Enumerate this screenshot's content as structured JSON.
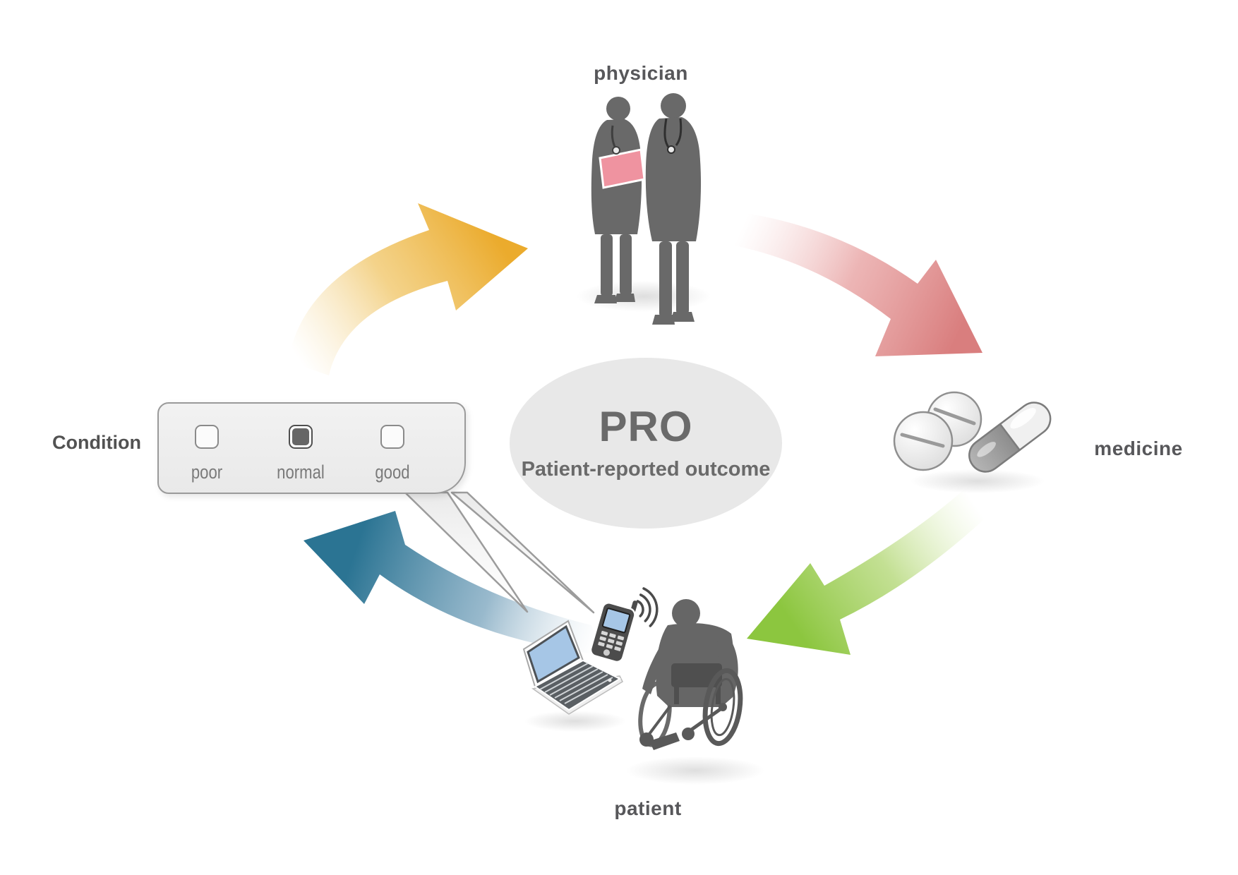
{
  "diagram": {
    "center": {
      "title": "PRO",
      "subtitle": "Patient-reported outcome"
    },
    "labels": {
      "physician": "physician",
      "medicine": "medicine",
      "patient": "patient",
      "condition": "Condition"
    },
    "condition_form": {
      "options": [
        {
          "label": "poor",
          "checked": false
        },
        {
          "label": "normal",
          "checked": true
        },
        {
          "label": "good",
          "checked": false
        }
      ]
    },
    "arrows": [
      {
        "name": "condition-to-physician",
        "color": "#ebab2d"
      },
      {
        "name": "physician-to-medicine",
        "color": "#d97e7e"
      },
      {
        "name": "medicine-to-patient",
        "color": "#8cc63f"
      },
      {
        "name": "patient-to-condition",
        "color": "#2b7493"
      }
    ],
    "colors": {
      "silhouette": "#696969",
      "ellipse_fill": "#e8e8e8",
      "panel_border": "#9a9a9a",
      "folder_pink": "#ef93a0",
      "screen_blue": "#a6c6e6"
    }
  }
}
